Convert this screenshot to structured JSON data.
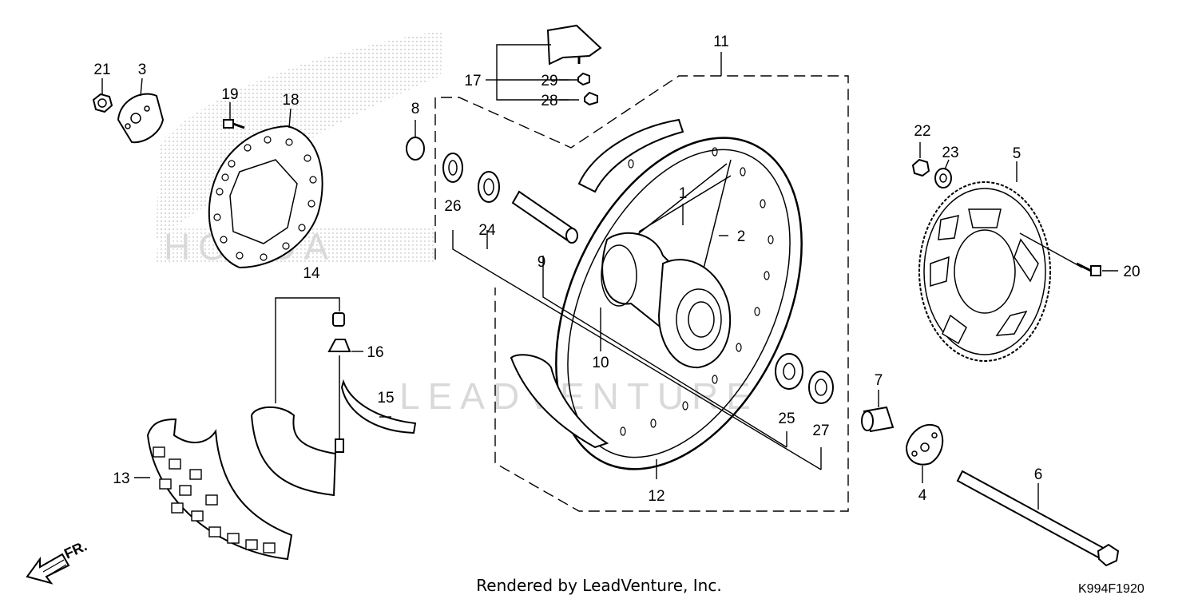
{
  "diagram": {
    "callouts": [
      {
        "id": "c1",
        "text": "1"
      },
      {
        "id": "c2",
        "text": "2"
      },
      {
        "id": "c3",
        "text": "3"
      },
      {
        "id": "c4",
        "text": "4"
      },
      {
        "id": "c5",
        "text": "5"
      },
      {
        "id": "c6",
        "text": "6"
      },
      {
        "id": "c7",
        "text": "7"
      },
      {
        "id": "c8",
        "text": "8"
      },
      {
        "id": "c9",
        "text": "9"
      },
      {
        "id": "c10",
        "text": "10"
      },
      {
        "id": "c11",
        "text": "11"
      },
      {
        "id": "c12",
        "text": "12"
      },
      {
        "id": "c13",
        "text": "13"
      },
      {
        "id": "c14",
        "text": "14"
      },
      {
        "id": "c15",
        "text": "15"
      },
      {
        "id": "c16",
        "text": "16"
      },
      {
        "id": "c17",
        "text": "17"
      },
      {
        "id": "c18",
        "text": "18"
      },
      {
        "id": "c19",
        "text": "19"
      },
      {
        "id": "c20",
        "text": "20"
      },
      {
        "id": "c21",
        "text": "21"
      },
      {
        "id": "c22",
        "text": "22"
      },
      {
        "id": "c23",
        "text": "23"
      },
      {
        "id": "c24",
        "text": "24"
      },
      {
        "id": "c25",
        "text": "25"
      },
      {
        "id": "c26",
        "text": "26"
      },
      {
        "id": "c27",
        "text": "27"
      },
      {
        "id": "c28",
        "text": "28"
      },
      {
        "id": "c29",
        "text": "29"
      }
    ],
    "direction_label": "FR.",
    "footer": "Rendered by LeadVenture, Inc.",
    "diagram_code": "K994F1920",
    "watermark_left": "HONDA",
    "watermark_center": "LEADVENTURE"
  }
}
